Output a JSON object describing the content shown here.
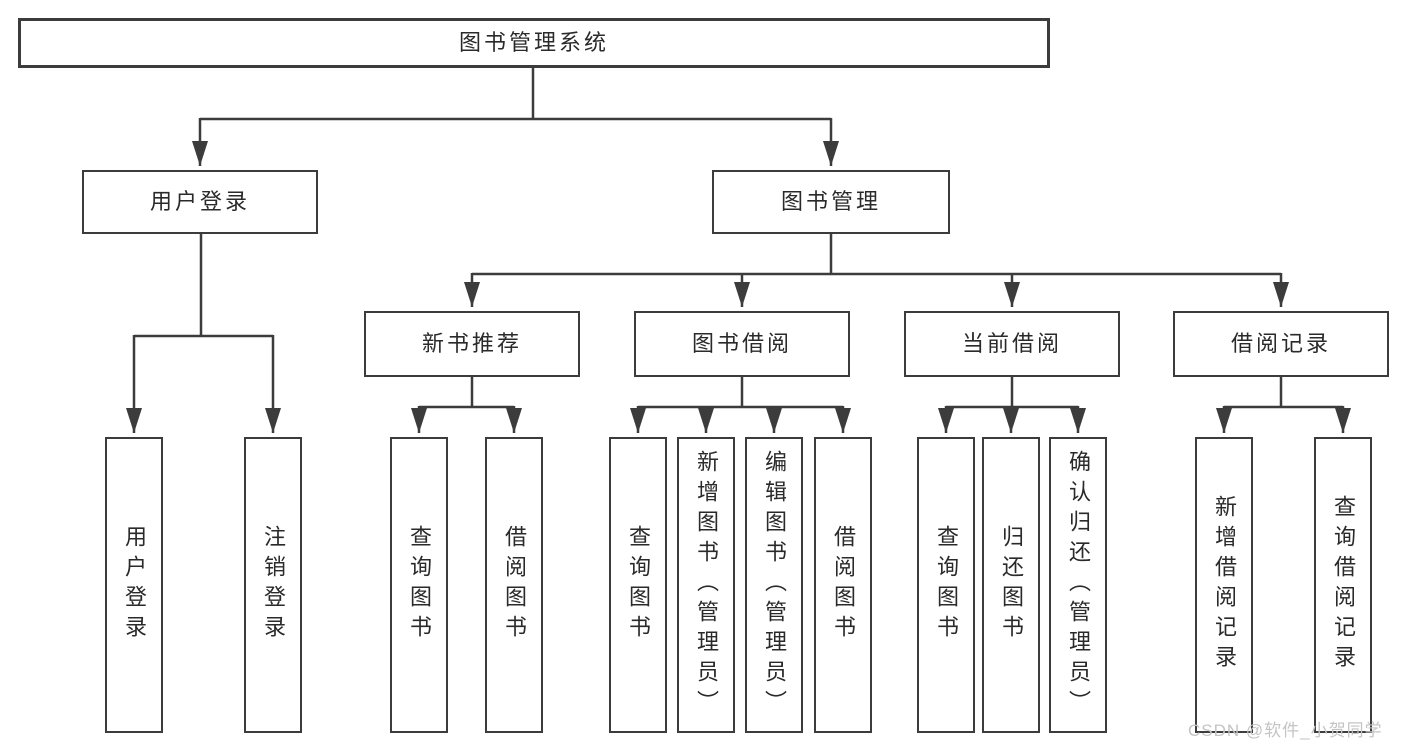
{
  "colors": {
    "line": "#3c3c3c",
    "text": "#2a2a2a",
    "watermark": "#c4c4c4",
    "background": "#ffffff"
  },
  "watermark": "CSDN @软件_小贺同学",
  "nodes": {
    "root": {
      "label": "图书管理系统"
    },
    "user_login": {
      "label": "用户登录"
    },
    "book_management": {
      "label": "图书管理"
    },
    "new_book_recommend": {
      "label": "新书推荐"
    },
    "book_borrow": {
      "label": "图书借阅"
    },
    "current_borrow": {
      "label": "当前借阅"
    },
    "borrow_records": {
      "label": "借阅记录"
    },
    "leaf_user_login": {
      "label": "用户登录"
    },
    "leaf_logout": {
      "label": "注销登录"
    },
    "leaf_query_book_recommend": {
      "label": "查询图书"
    },
    "leaf_borrow_book_recommend": {
      "label": "借阅图书"
    },
    "leaf_query_book_borrow": {
      "label": "查询图书"
    },
    "leaf_add_book_admin": {
      "label": "新增图书（管理员）"
    },
    "leaf_edit_book_admin": {
      "label": "编辑图书（管理员）"
    },
    "leaf_borrow_book_borrow": {
      "label": "借阅图书"
    },
    "leaf_query_book_current": {
      "label": "查询图书"
    },
    "leaf_return_book": {
      "label": "归还图书"
    },
    "leaf_confirm_return_admin": {
      "label": "确认归还（管理员）"
    },
    "leaf_add_borrow_record": {
      "label": "新增借阅记录"
    },
    "leaf_query_borrow_record": {
      "label": "查询借阅记录"
    }
  }
}
